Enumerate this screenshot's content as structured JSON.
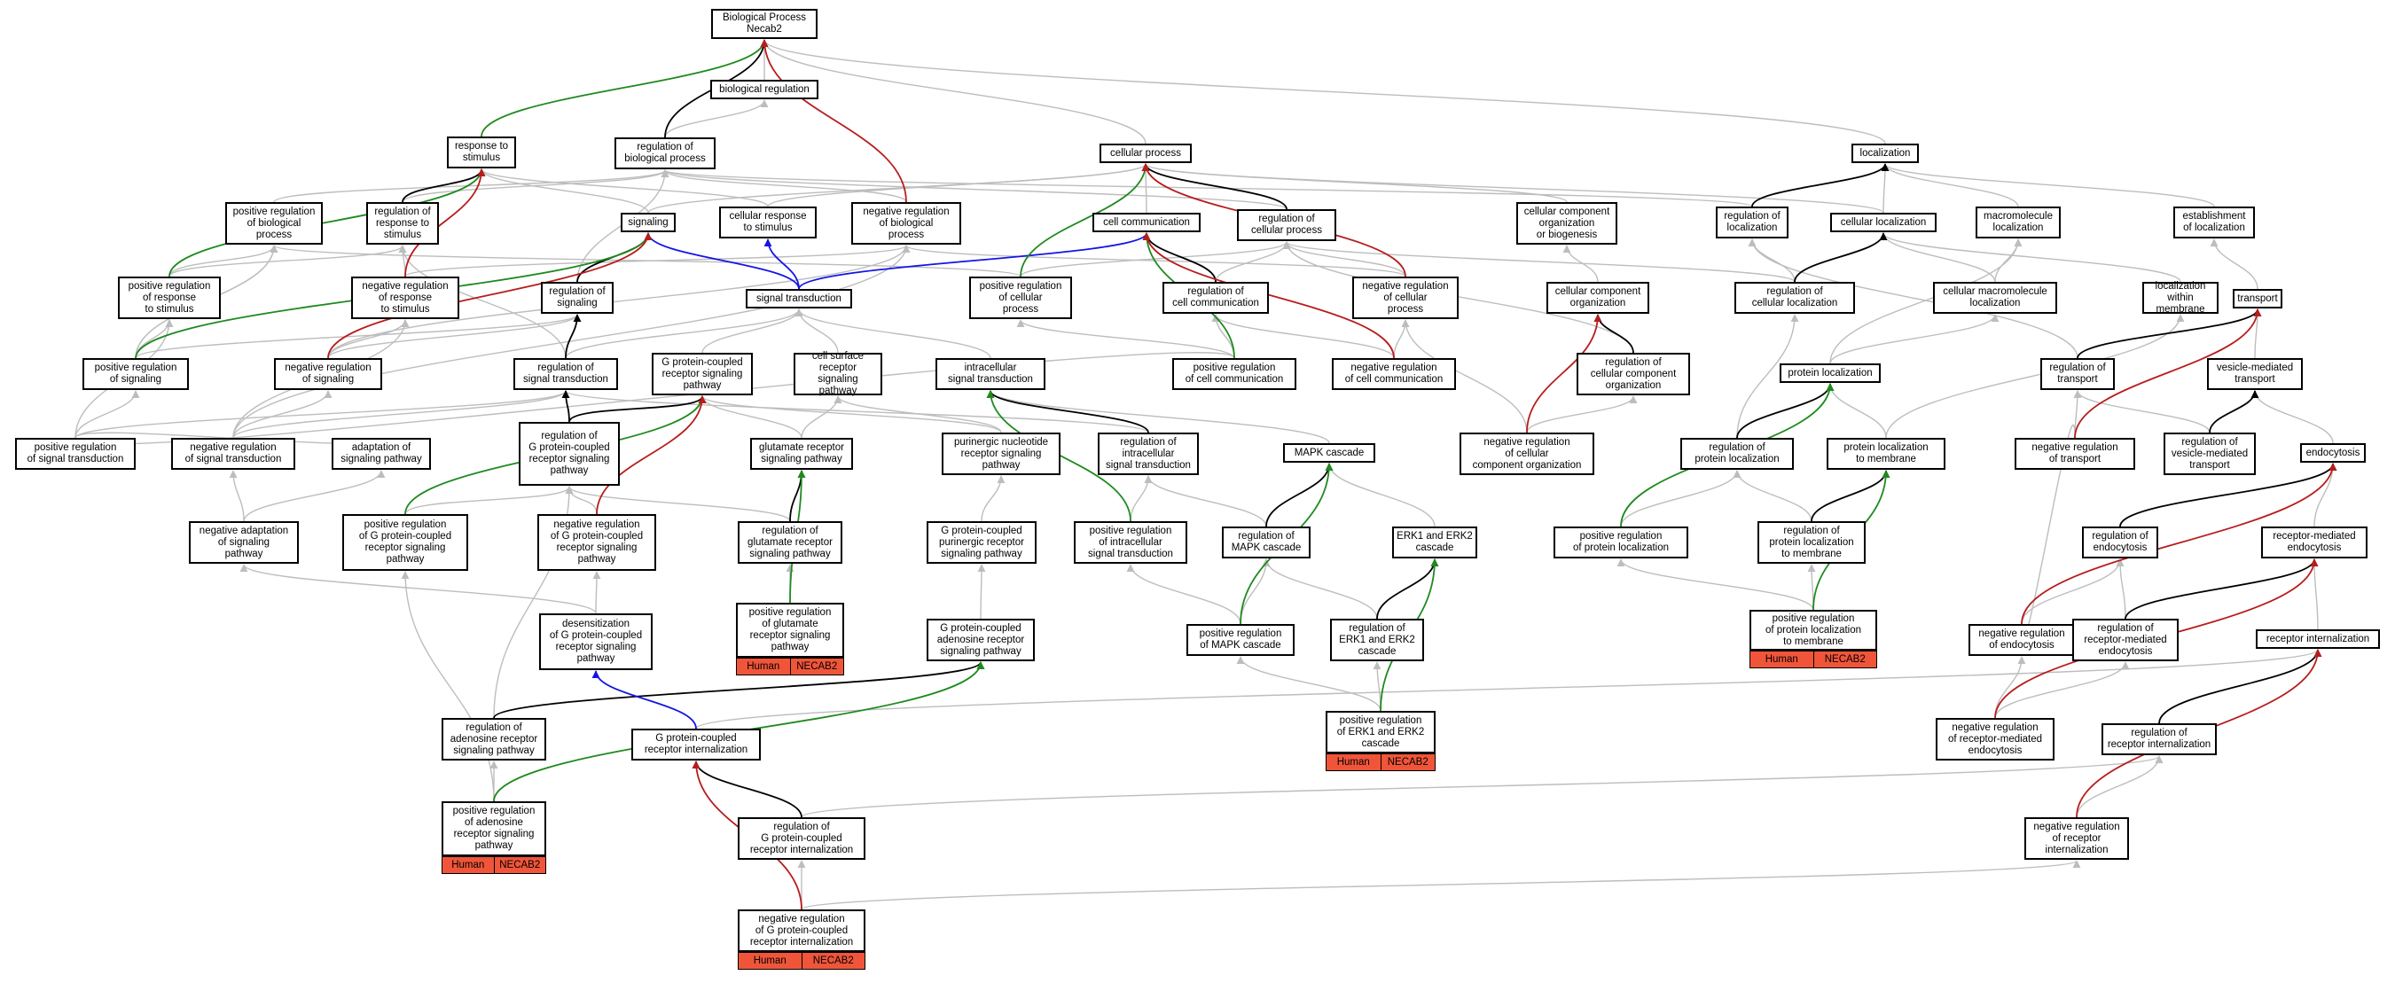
{
  "colors": {
    "gray": "#bdbdbd",
    "black": "#000000",
    "green": "#1e8a1e",
    "red": "#b81c1c",
    "blue": "#1414e6",
    "tag": "#f0553a"
  },
  "nodes": [
    {
      "id": "root",
      "label": "Biological Process\nNecab2"
    },
    {
      "id": "bioreg",
      "label": "biological regulation"
    },
    {
      "id": "resp",
      "label": "response to\nstimulus"
    },
    {
      "id": "regbio",
      "label": "regulation of\nbiological process"
    },
    {
      "id": "cellproc",
      "label": "cellular process"
    },
    {
      "id": "loc",
      "label": "localization"
    },
    {
      "id": "posregbio",
      "label": "positive regulation\nof biological\nprocess"
    },
    {
      "id": "regresp",
      "label": "regulation of\nresponse to\nstimulus"
    },
    {
      "id": "signaling",
      "label": "signaling"
    },
    {
      "id": "cellresp",
      "label": "cellular response\nto stimulus"
    },
    {
      "id": "negregbio",
      "label": "negative regulation\nof biological\nprocess"
    },
    {
      "id": "cellcomm",
      "label": "cell communication"
    },
    {
      "id": "regcellproc",
      "label": "regulation of\ncellular process"
    },
    {
      "id": "ccorg",
      "label": "cellular component\norganization\nor biogenesis"
    },
    {
      "id": "regloc",
      "label": "regulation of\nlocalization"
    },
    {
      "id": "cellloc",
      "label": "cellular localization"
    },
    {
      "id": "macroloc",
      "label": "macromolecule\nlocalization"
    },
    {
      "id": "estloc",
      "label": "establishment\nof localization"
    },
    {
      "id": "posregresp",
      "label": "positive regulation\nof response\nto stimulus"
    },
    {
      "id": "negregresp",
      "label": "negative regulation\nof response\nto stimulus"
    },
    {
      "id": "regsig",
      "label": "regulation of\nsignaling"
    },
    {
      "id": "sigtrans",
      "label": "signal transduction"
    },
    {
      "id": "posregcellproc",
      "label": "positive regulation\nof cellular\nprocess"
    },
    {
      "id": "regcellcomm",
      "label": "regulation of\ncell communication"
    },
    {
      "id": "negregcellproc",
      "label": "negative regulation\nof cellular\nprocess"
    },
    {
      "id": "ccorg2",
      "label": "cellular component\norganization"
    },
    {
      "id": "regcellloc",
      "label": "regulation of\ncellular localization"
    },
    {
      "id": "cellmacroloc",
      "label": "cellular macromolecule\nlocalization"
    },
    {
      "id": "locmem",
      "label": "localization\nwithin membrane"
    },
    {
      "id": "transport",
      "label": "transport"
    },
    {
      "id": "posregsig",
      "label": "positive regulation\nof signaling"
    },
    {
      "id": "negregsig",
      "label": "negative regulation\nof signaling"
    },
    {
      "id": "regsigtrans",
      "label": "regulation of\nsignal transduction"
    },
    {
      "id": "gpcrpath",
      "label": "G protein-coupled\nreceptor signaling\npathway"
    },
    {
      "id": "cellsurf",
      "label": "cell surface\nreceptor signaling\npathway"
    },
    {
      "id": "intrasig",
      "label": "intracellular\nsignal transduction"
    },
    {
      "id": "posregcellcomm",
      "label": "positive regulation\nof cell communication"
    },
    {
      "id": "negregcellcomm",
      "label": "negative regulation\nof cell communication"
    },
    {
      "id": "regccorg",
      "label": "regulation of\ncellular component\norganization"
    },
    {
      "id": "protloc",
      "label": "protein localization"
    },
    {
      "id": "regtransport",
      "label": "regulation of\ntransport"
    },
    {
      "id": "vesmed",
      "label": "vesicle-mediated\ntransport"
    },
    {
      "id": "posregsigtrans",
      "label": "positive regulation\nof signal transduction"
    },
    {
      "id": "negregsigtrans",
      "label": "negative regulation\nof signal transduction"
    },
    {
      "id": "adaptsig",
      "label": "adaptation of\nsignaling pathway"
    },
    {
      "id": "reggpcr",
      "label": "regulation of\nG protein-coupled\nreceptor signaling\npathway"
    },
    {
      "id": "glutpath",
      "label": "glutamate receptor\nsignaling pathway"
    },
    {
      "id": "purinpath",
      "label": "purinergic nucleotide\nreceptor signaling\npathway"
    },
    {
      "id": "regintrasig",
      "label": "regulation of\nintracellular\nsignal transduction"
    },
    {
      "id": "mapk",
      "label": "MAPK cascade"
    },
    {
      "id": "negregccorg",
      "label": "negative regulation\nof cellular\ncomponent organization"
    },
    {
      "id": "regprotloc",
      "label": "regulation of\nprotein localization"
    },
    {
      "id": "protlocmem",
      "label": "protein localization\nto membrane"
    },
    {
      "id": "negregtransport",
      "label": "negative regulation\nof transport"
    },
    {
      "id": "regvesmed",
      "label": "regulation of\nvesicle-mediated\ntransport"
    },
    {
      "id": "endocytosis",
      "label": "endocytosis"
    },
    {
      "id": "negadapt",
      "label": "negative adaptation\nof signaling\npathway"
    },
    {
      "id": "posreggpcr",
      "label": "positive regulation\nof G protein-coupled\nreceptor signaling\npathway"
    },
    {
      "id": "negreggpcr",
      "label": "negative regulation\nof G protein-coupled\nreceptor signaling\npathway"
    },
    {
      "id": "regglut",
      "label": "regulation of\nglutamate receptor\nsignaling pathway"
    },
    {
      "id": "gpcrpurin",
      "label": "G protein-coupled\npurinergic receptor\nsignaling pathway"
    },
    {
      "id": "posregintrasig",
      "label": "positive regulation\nof intracellular\nsignal transduction"
    },
    {
      "id": "regmapk",
      "label": "regulation of\nMAPK cascade"
    },
    {
      "id": "erk",
      "label": "ERK1 and ERK2\ncascade"
    },
    {
      "id": "posregprotloc",
      "label": "positive regulation\nof protein localization"
    },
    {
      "id": "regprotlocmem",
      "label": "regulation of\nprotein localization\nto membrane"
    },
    {
      "id": "regendo",
      "label": "regulation of\nendocytosis"
    },
    {
      "id": "rme",
      "label": "receptor-mediated\nendocytosis"
    },
    {
      "id": "desens",
      "label": "desensitization\nof G protein-coupled\nreceptor signaling\npathway"
    },
    {
      "id": "posregglut",
      "label": "positive regulation\nof glutamate\nreceptor signaling\npathway",
      "tags": [
        "Human",
        "NECAB2"
      ]
    },
    {
      "id": "gpcradeno",
      "label": "G protein-coupled\nadenosine receptor\nsignaling pathway"
    },
    {
      "id": "posregmapk",
      "label": "positive regulation\nof MAPK cascade"
    },
    {
      "id": "regerk",
      "label": "regulation of\nERK1 and ERK2\ncascade"
    },
    {
      "id": "posregprotlocmem",
      "label": "positive regulation\nof protein localization\nto membrane",
      "tags": [
        "Human",
        "NECAB2"
      ]
    },
    {
      "id": "negregendo",
      "label": "negative regulation\nof endocytosis"
    },
    {
      "id": "regrme",
      "label": "regulation of\nreceptor-mediated\nendocytosis"
    },
    {
      "id": "recint",
      "label": "receptor internalization"
    },
    {
      "id": "regadeno",
      "label": "regulation of\nadenosine receptor\nsignaling pathway"
    },
    {
      "id": "gpcrint",
      "label": "G protein-coupled\nreceptor internalization"
    },
    {
      "id": "posregerk",
      "label": "positive regulation\nof ERK1 and ERK2\ncascade",
      "tags": [
        "Human",
        "NECAB2"
      ]
    },
    {
      "id": "negregrme",
      "label": "negative regulation\nof receptor-mediated\nendocytosis"
    },
    {
      "id": "regrecint",
      "label": "regulation of\nreceptor internalization"
    },
    {
      "id": "posregadeno",
      "label": "positive regulation\nof adenosine\nreceptor signaling\npathway",
      "tags": [
        "Human",
        "NECAB2"
      ]
    },
    {
      "id": "reggpcrint",
      "label": "regulation of\nG protein-coupled\nreceptor internalization"
    },
    {
      "id": "negregrecint",
      "label": "negative regulation\nof receptor\ninternalization"
    },
    {
      "id": "negreggpcrint",
      "label": "negative regulation\nof G protein-coupled\nreceptor internalization",
      "tags": [
        "Human",
        "NECAB2"
      ]
    }
  ],
  "edges": [
    [
      "bioreg",
      "root",
      "gray"
    ],
    [
      "resp",
      "root",
      "green"
    ],
    [
      "regbio",
      "root",
      "black"
    ],
    [
      "negregbio",
      "root",
      "red"
    ],
    [
      "cellproc",
      "root",
      "gray"
    ],
    [
      "loc",
      "root",
      "gray"
    ],
    [
      "regbio",
      "bioreg",
      "gray"
    ],
    [
      "posregbio",
      "regbio",
      "gray"
    ],
    [
      "regresp",
      "regbio",
      "gray"
    ],
    [
      "negregbio",
      "regbio",
      "gray"
    ],
    [
      "regcellproc",
      "regbio",
      "gray"
    ],
    [
      "regloc",
      "regbio",
      "gray"
    ],
    [
      "regsig",
      "regbio",
      "gray"
    ],
    [
      "posregresp",
      "resp",
      "green"
    ],
    [
      "regresp",
      "resp",
      "black"
    ],
    [
      "negregresp",
      "resp",
      "red"
    ],
    [
      "cellresp",
      "resp",
      "gray"
    ],
    [
      "signaling",
      "resp",
      "gray"
    ],
    [
      "signaling",
      "cellproc",
      "gray"
    ],
    [
      "cellresp",
      "cellproc",
      "gray"
    ],
    [
      "cellcomm",
      "cellproc",
      "gray"
    ],
    [
      "regcellproc",
      "cellproc",
      "black"
    ],
    [
      "posregcellproc",
      "cellproc",
      "green"
    ],
    [
      "negregcellproc",
      "cellproc",
      "red"
    ],
    [
      "ccorg",
      "cellproc",
      "gray"
    ],
    [
      "cellloc",
      "cellproc",
      "gray"
    ],
    [
      "regloc",
      "loc",
      "black"
    ],
    [
      "cellloc",
      "loc",
      "gray"
    ],
    [
      "macroloc",
      "loc",
      "gray"
    ],
    [
      "estloc",
      "loc",
      "gray"
    ],
    [
      "posregresp",
      "posregbio",
      "gray"
    ],
    [
      "posregcellproc",
      "posregbio",
      "gray"
    ],
    [
      "posregsig",
      "posregbio",
      "gray"
    ],
    [
      "posregresp",
      "regresp",
      "gray"
    ],
    [
      "negregresp",
      "regresp",
      "gray"
    ],
    [
      "regsigtrans",
      "regresp",
      "gray"
    ],
    [
      "regsig",
      "signaling",
      "black"
    ],
    [
      "sigtrans",
      "signaling",
      "blue"
    ],
    [
      "posregsig",
      "signaling",
      "green"
    ],
    [
      "negregsig",
      "signaling",
      "red"
    ],
    [
      "sigtrans",
      "cellresp",
      "blue"
    ],
    [
      "negregresp",
      "negregbio",
      "gray"
    ],
    [
      "negregcellproc",
      "negregbio",
      "gray"
    ],
    [
      "negregsig",
      "negregbio",
      "gray"
    ],
    [
      "sigtrans",
      "cellcomm",
      "blue"
    ],
    [
      "regcellcomm",
      "cellcomm",
      "black"
    ],
    [
      "posregcellcomm",
      "cellcomm",
      "green"
    ],
    [
      "negregcellcomm",
      "cellcomm",
      "red"
    ],
    [
      "posregcellproc",
      "regcellproc",
      "gray"
    ],
    [
      "negregcellproc",
      "regcellproc",
      "gray"
    ],
    [
      "regcellcomm",
      "regcellproc",
      "gray"
    ],
    [
      "regccorg",
      "regcellproc",
      "gray"
    ],
    [
      "regcellloc",
      "regcellproc",
      "gray"
    ],
    [
      "ccorg2",
      "ccorg",
      "gray"
    ],
    [
      "regcellloc",
      "regloc",
      "gray"
    ],
    [
      "regtransport",
      "regloc",
      "gray"
    ],
    [
      "regcellloc",
      "cellloc",
      "black"
    ],
    [
      "cellmacroloc",
      "cellloc",
      "gray"
    ],
    [
      "locmem",
      "cellloc",
      "gray"
    ],
    [
      "cellmacroloc",
      "macroloc",
      "gray"
    ],
    [
      "protloc",
      "macroloc",
      "gray"
    ],
    [
      "transport",
      "estloc",
      "gray"
    ],
    [
      "posregsig",
      "posregresp",
      "gray"
    ],
    [
      "posregsigtrans",
      "posregresp",
      "gray"
    ],
    [
      "negregsig",
      "negregresp",
      "gray"
    ],
    [
      "negregsigtrans",
      "negregresp",
      "gray"
    ],
    [
      "regsigtrans",
      "regsig",
      "black"
    ],
    [
      "posregsig",
      "regsig",
      "gray"
    ],
    [
      "negregsig",
      "regsig",
      "gray"
    ],
    [
      "gpcrpath",
      "sigtrans",
      "gray"
    ],
    [
      "cellsurf",
      "sigtrans",
      "gray"
    ],
    [
      "intrasig",
      "sigtrans",
      "gray"
    ],
    [
      "regsigtrans",
      "sigtrans",
      "gray"
    ],
    [
      "posregcellcomm",
      "posregcellproc",
      "gray"
    ],
    [
      "posregcellcomm",
      "regcellcomm",
      "gray"
    ],
    [
      "negregcellcomm",
      "regcellcomm",
      "gray"
    ],
    [
      "negregcellcomm",
      "negregcellproc",
      "gray"
    ],
    [
      "regccorg",
      "ccorg2",
      "black"
    ],
    [
      "negregccorg",
      "ccorg2",
      "red"
    ],
    [
      "regprotloc",
      "regcellloc",
      "gray"
    ],
    [
      "protloc",
      "cellmacroloc",
      "gray"
    ],
    [
      "protlocmem",
      "locmem",
      "gray"
    ],
    [
      "regtransport",
      "transport",
      "black"
    ],
    [
      "vesmed",
      "transport",
      "gray"
    ],
    [
      "negregtransport",
      "transport",
      "red"
    ],
    [
      "posregsigtrans",
      "posregsig",
      "gray"
    ],
    [
      "negregsigtrans",
      "negregsig",
      "gray"
    ],
    [
      "posregsigtrans",
      "regsigtrans",
      "gray"
    ],
    [
      "negregsigtrans",
      "regsigtrans",
      "gray"
    ],
    [
      "reggpcr",
      "regsigtrans",
      "black"
    ],
    [
      "regintrasig",
      "regsigtrans",
      "gray"
    ],
    [
      "reggpcr",
      "gpcrpath",
      "black"
    ],
    [
      "posreggpcr",
      "gpcrpath",
      "green"
    ],
    [
      "negreggpcr",
      "gpcrpath",
      "red"
    ],
    [
      "glutpath",
      "gpcrpath",
      "gray"
    ],
    [
      "purinpath",
      "gpcrpath",
      "gray"
    ],
    [
      "glutpath",
      "cellsurf",
      "gray"
    ],
    [
      "purinpath",
      "cellsurf",
      "gray"
    ],
    [
      "regintrasig",
      "intrasig",
      "black"
    ],
    [
      "posregintrasig",
      "intrasig",
      "green"
    ],
    [
      "mapk",
      "intrasig",
      "gray"
    ],
    [
      "posregcellcomm",
      "posregsigtrans",
      "gray"
    ],
    [
      "negregccorg",
      "negregcellproc",
      "gray"
    ],
    [
      "negregccorg",
      "regccorg",
      "gray"
    ],
    [
      "regprotloc",
      "protloc",
      "black"
    ],
    [
      "protlocmem",
      "protloc",
      "gray"
    ],
    [
      "posregprotloc",
      "protloc",
      "green"
    ],
    [
      "regvesmed",
      "vesmed",
      "black"
    ],
    [
      "endocytosis",
      "vesmed",
      "gray"
    ],
    [
      "regvesmed",
      "regtransport",
      "gray"
    ],
    [
      "negregtransport",
      "regtransport",
      "gray"
    ],
    [
      "posregsigtrans",
      "adaptsig",
      "gray"
    ],
    [
      "negadapt",
      "adaptsig",
      "gray"
    ],
    [
      "negadapt",
      "negregsigtrans",
      "gray"
    ],
    [
      "posreggpcr",
      "reggpcr",
      "gray"
    ],
    [
      "negreggpcr",
      "reggpcr",
      "gray"
    ],
    [
      "desens",
      "negreggpcr",
      "gray"
    ],
    [
      "desens",
      "negadapt",
      "gray"
    ],
    [
      "regglut",
      "glutpath",
      "black"
    ],
    [
      "posregglut",
      "glutpath",
      "green"
    ],
    [
      "regglut",
      "reggpcr",
      "gray"
    ],
    [
      "posregglut",
      "regglut",
      "gray"
    ],
    [
      "gpcrpurin",
      "purinpath",
      "gray"
    ],
    [
      "gpcradeno",
      "gpcrpurin",
      "gray"
    ],
    [
      "posregintrasig",
      "regintrasig",
      "gray"
    ],
    [
      "regmapk",
      "mapk",
      "black"
    ],
    [
      "posregmapk",
      "mapk",
      "green"
    ],
    [
      "erk",
      "mapk",
      "gray"
    ],
    [
      "regmapk",
      "regintrasig",
      "gray"
    ],
    [
      "posregmapk",
      "regmapk",
      "gray"
    ],
    [
      "posregmapk",
      "posregintrasig",
      "gray"
    ],
    [
      "regerk",
      "erk",
      "black"
    ],
    [
      "posregerk",
      "erk",
      "green"
    ],
    [
      "regerk",
      "regmapk",
      "gray"
    ],
    [
      "posregerk",
      "regerk",
      "gray"
    ],
    [
      "posregerk",
      "posregmapk",
      "gray"
    ],
    [
      "regprotlocmem",
      "protlocmem",
      "black"
    ],
    [
      "posregprotlocmem",
      "protlocmem",
      "green"
    ],
    [
      "regprotlocmem",
      "regprotloc",
      "gray"
    ],
    [
      "posregprotlocmem",
      "regprotlocmem",
      "gray"
    ],
    [
      "posregprotlocmem",
      "posregprotloc",
      "gray"
    ],
    [
      "posregprotloc",
      "regprotloc",
      "gray"
    ],
    [
      "negregtransport",
      "negregendo",
      "gray"
    ],
    [
      "regendo",
      "endocytosis",
      "black"
    ],
    [
      "negregendo",
      "endocytosis",
      "red"
    ],
    [
      "rme",
      "endocytosis",
      "gray"
    ],
    [
      "negregendo",
      "regendo",
      "gray"
    ],
    [
      "regrme",
      "regendo",
      "gray"
    ],
    [
      "regrme",
      "rme",
      "black"
    ],
    [
      "negregrme",
      "rme",
      "red"
    ],
    [
      "recint",
      "rme",
      "gray"
    ],
    [
      "negregrme",
      "regrme",
      "gray"
    ],
    [
      "negregrme",
      "negregendo",
      "gray"
    ],
    [
      "regrecint",
      "recint",
      "black"
    ],
    [
      "negregrecint",
      "recint",
      "red"
    ],
    [
      "negregrecint",
      "regrecint",
      "gray"
    ],
    [
      "regadeno",
      "gpcradeno",
      "black"
    ],
    [
      "posregadeno",
      "gpcradeno",
      "green"
    ],
    [
      "posregadeno",
      "regadeno",
      "gray"
    ],
    [
      "posregadeno",
      "posreggpcr",
      "gray"
    ],
    [
      "regadeno",
      "reggpcr",
      "gray"
    ],
    [
      "gpcrint",
      "desens",
      "blue"
    ],
    [
      "gpcrint",
      "recint",
      "gray"
    ],
    [
      "reggpcrint",
      "gpcrint",
      "black"
    ],
    [
      "negreggpcrint",
      "gpcrint",
      "red"
    ],
    [
      "reggpcrint",
      "regrecint",
      "gray"
    ],
    [
      "negreggpcrint",
      "reggpcrint",
      "gray"
    ],
    [
      "negreggpcrint",
      "negregrecint",
      "gray"
    ],
    [
      "posregcellcomm",
      "regcellcomm",
      "gray"
    ],
    [
      "posregsig",
      "posregbio",
      "gray"
    ],
    [
      "negregsigtrans",
      "negregbio",
      "gray"
    ]
  ]
}
